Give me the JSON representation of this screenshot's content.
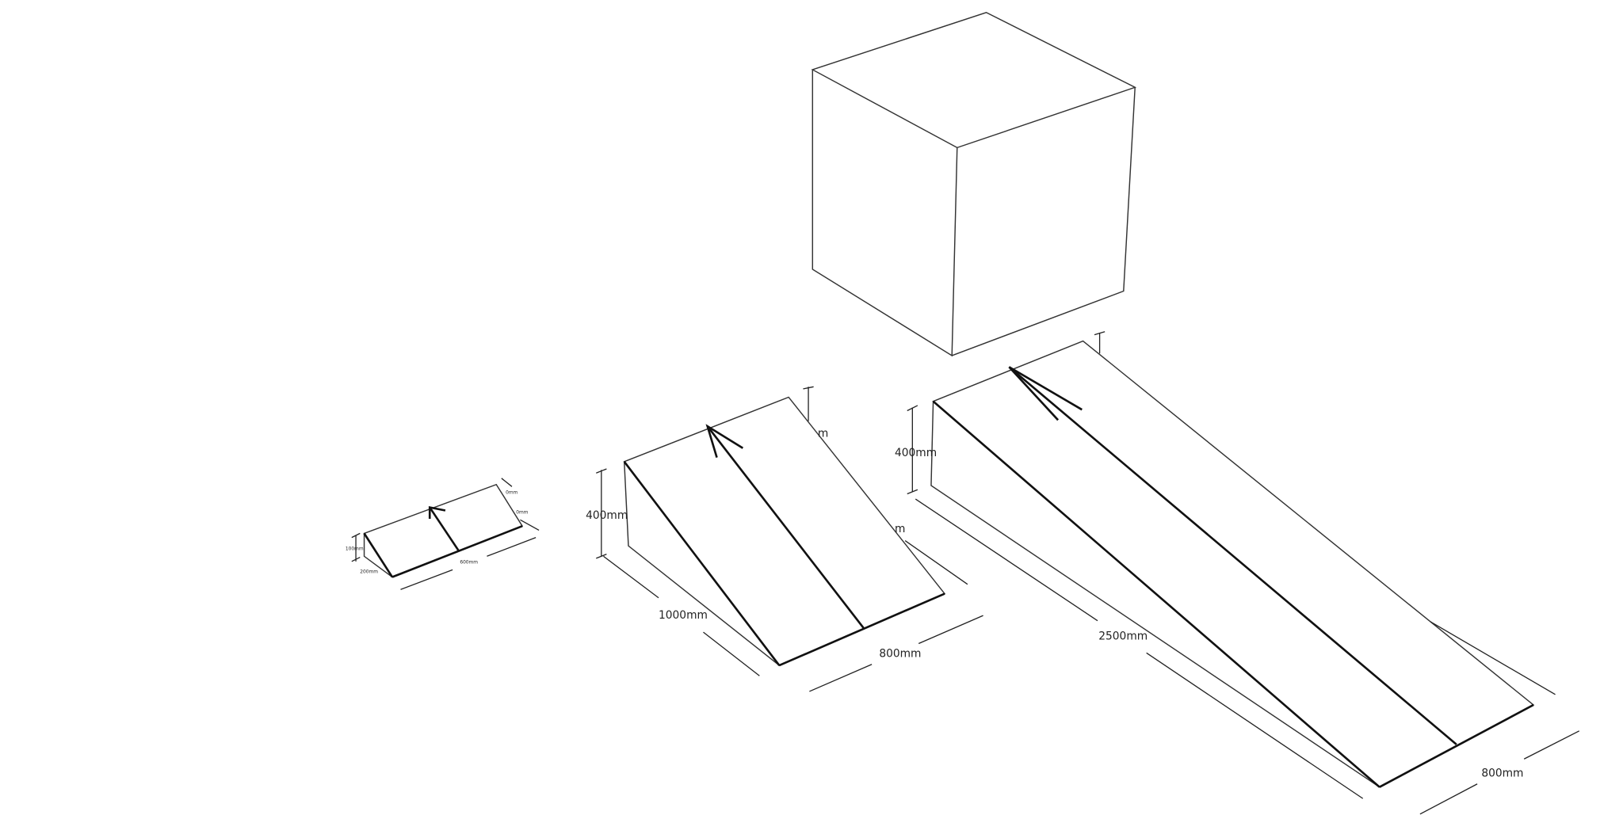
{
  "colors": {
    "line": "#333333",
    "background": "#ffffff"
  },
  "small_ramp": {
    "height_label": "100mm",
    "depth_label": "200mm",
    "length_label": "600mm",
    "partial_label_1": "0mm",
    "partial_label_2": "0mm"
  },
  "medium_ramp": {
    "height_label": "400mm",
    "depth_label": "1000mm",
    "width_label": "800mm",
    "partial_label_1": "m",
    "partial_label_2": "m"
  },
  "large_ramp": {
    "height_label": "400mm",
    "depth_label": "2500mm",
    "width_label": "800mm"
  }
}
